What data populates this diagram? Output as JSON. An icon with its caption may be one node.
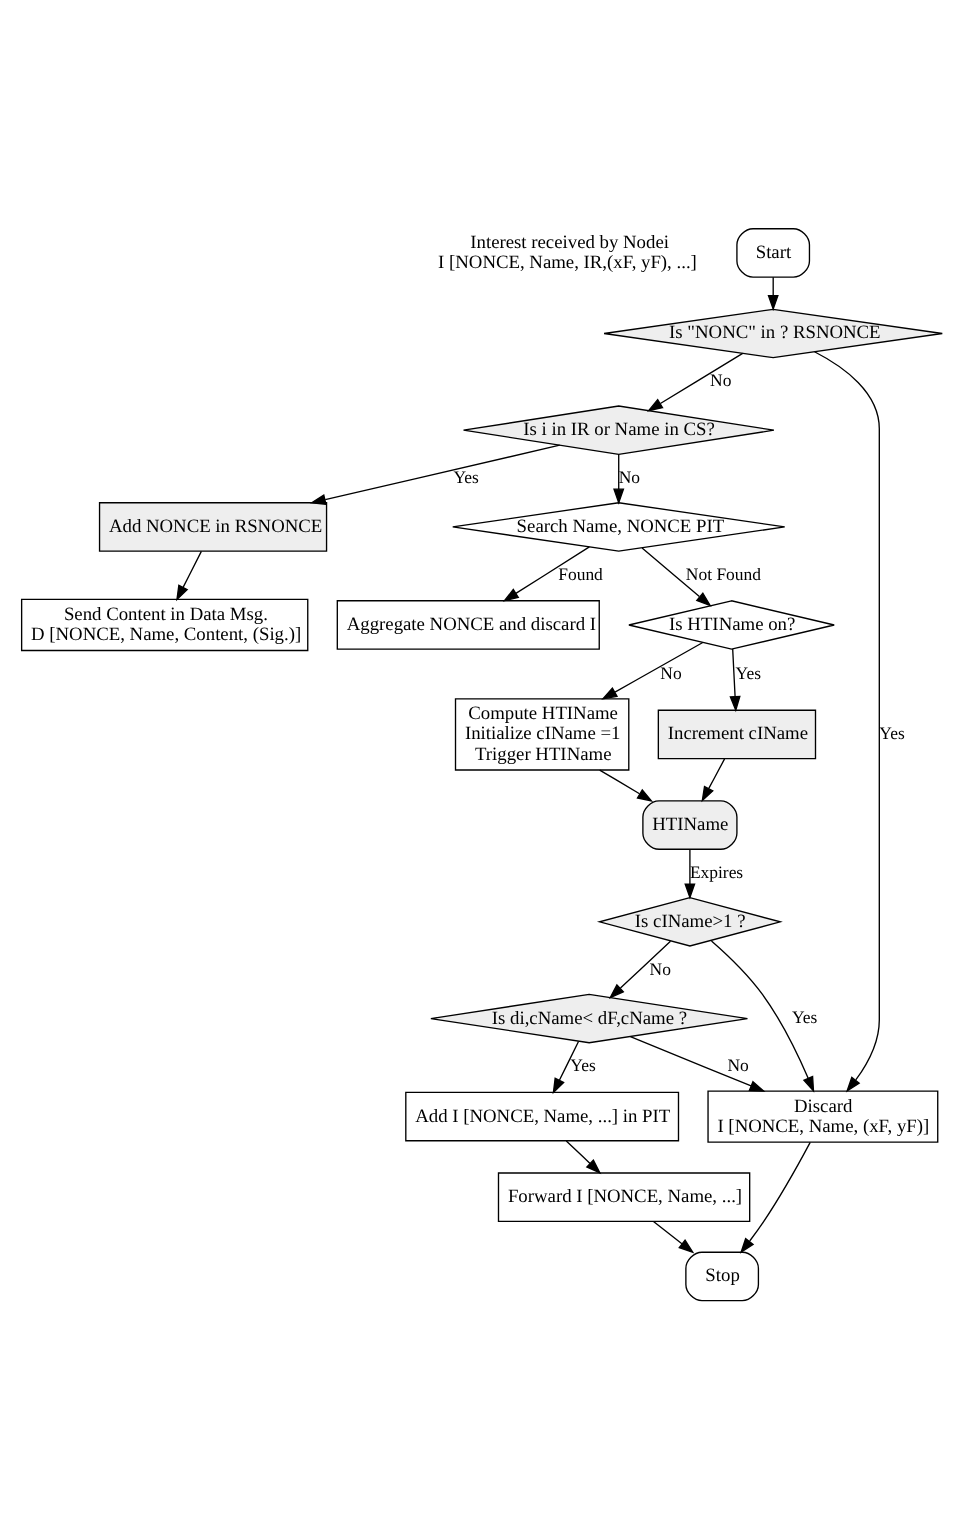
{
  "diagram": {
    "nodes": [
      {
        "text": [
          "Start"
        ]
      },
      {
        "text": [
          "Is \"NONC\" in ? RSNONCE"
        ]
      },
      {
        "text": [
          "Is i in IR or Name in CS?"
        ]
      },
      {
        "text": [
          "Add NONCE in RSNONCE"
        ]
      },
      {
        "text": [
          "Send Content in Data Msg.",
          "D [NONCE, Name, Content, (Sig.)]"
        ]
      },
      {
        "text": [
          "Search Name, NONCE PIT"
        ]
      },
      {
        "text": [
          "Is HTIName on?"
        ]
      },
      {
        "text": [
          "Increment cIName"
        ]
      },
      {
        "text": [
          "Aggregate NONCE and discard I"
        ]
      },
      {
        "text": [
          "Compute HTIName",
          "Initialize cIName =1",
          "Trigger HTIName"
        ]
      },
      {
        "text": [
          "HTIName"
        ]
      },
      {
        "text": [
          "Is cIName>1 ?"
        ]
      },
      {
        "text": [
          "Is di,cName< dF,cName ?"
        ]
      },
      {
        "text": [
          "Discard",
          "I [NONCE, Name, (xF, yF)]"
        ]
      },
      {
        "text": [
          "Add I [NONCE, Name, ...] in PIT"
        ]
      },
      {
        "text": [
          "Forward I [NONCE, Name, ...]"
        ]
      },
      {
        "text": [
          "Stop"
        ]
      }
    ],
    "edges": [
      {
        "from": 0,
        "to": 1,
        "arrow": "to"
      },
      {
        "from": 1,
        "to": 2,
        "arrow": "to",
        "label": "No"
      },
      {
        "from": 1,
        "to": 13,
        "arrow": "to",
        "label": "Yes"
      },
      {
        "from": 2,
        "to": 3,
        "arrow": "to",
        "label": "Yes"
      },
      {
        "from": 3,
        "to": 4,
        "arrow": "to"
      },
      {
        "from": 2,
        "to": 5,
        "arrow": "to",
        "label": "No"
      },
      {
        "from": 5,
        "to": 6,
        "arrow": "to",
        "label": "Not Found"
      },
      {
        "from": 5,
        "to": 8,
        "arrow": "to",
        "label": "Found"
      },
      {
        "from": 6,
        "to": 7,
        "arrow": "to",
        "label": "Yes"
      },
      {
        "from": 6,
        "to": 9,
        "arrow": "to",
        "label": "No"
      },
      {
        "from": 7,
        "to": 10,
        "arrow": "to"
      },
      {
        "from": 9,
        "to": 10,
        "arrow": "to"
      },
      {
        "from": 10,
        "to": 11,
        "arrow": "to",
        "label": "Expires"
      },
      {
        "from": 11,
        "to": 12,
        "arrow": "to",
        "label": "No"
      },
      {
        "from": 11,
        "to": 13,
        "arrow": "to",
        "label": "Yes"
      },
      {
        "from": 12,
        "to": 13,
        "arrow": "to",
        "label": "No"
      },
      {
        "from": 12,
        "to": 14,
        "arrow": "to",
        "label": "Yes"
      },
      {
        "from": 14,
        "to": 15,
        "arrow": "to"
      },
      {
        "from": 15,
        "to": 16,
        "arrow": "to"
      },
      {
        "from": 13,
        "to": 16,
        "arrow": "to"
      }
    ],
    "labels": [
      "Interest received by Nodei",
      "I [NONCE, Name, IR,(xF, yF), ...]"
    ]
  }
}
